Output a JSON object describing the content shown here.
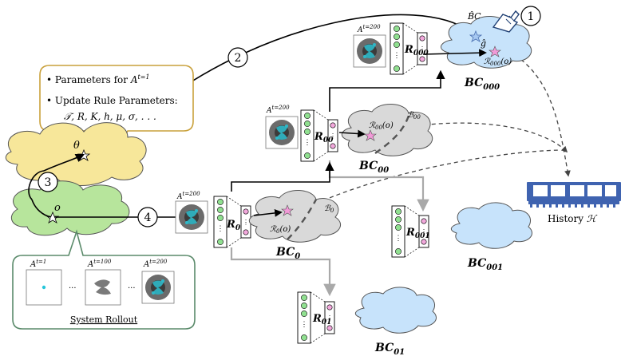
{
  "steps": {
    "s1": "1",
    "s2": "2",
    "s3": "3",
    "s4": "4"
  },
  "theta_box": {
    "bullet1_text": "Parameters for ",
    "bullet1_sym": "A",
    "bullet1_sup": "t=1",
    "bullet2": "Update Rule Parameters:",
    "params": "𝒯, R, K, h, μ, σ, . . ."
  },
  "symbols": {
    "theta": "θ",
    "o": "o",
    "g_hat": "ĝ",
    "bc_hat": "B̂C"
  },
  "rollout": {
    "title": "System Rollout",
    "frames": [
      {
        "sym": "A",
        "sup": "t=1"
      },
      {
        "sym": "A",
        "sup": "t=100"
      },
      {
        "sym": "A",
        "sup": "t=200"
      }
    ],
    "dots": "···"
  },
  "snapshot_sup": "t=200",
  "snapshot_sym": "A",
  "models": {
    "r0": {
      "main": "R",
      "sub": "0"
    },
    "r00": {
      "main": "R",
      "sub": "00"
    },
    "r000": {
      "main": "R",
      "sub": "000"
    },
    "r001": {
      "main": "R",
      "sub": "001"
    },
    "r01": {
      "main": "R",
      "sub": "01"
    }
  },
  "clouds": {
    "bc0": {
      "main": "BC",
      "sub": "0",
      "map": "ℛ",
      "map_sub": "0",
      "map_arg": "(o)",
      "region": "ℬ",
      "region_sub": "0"
    },
    "bc00": {
      "main": "BC",
      "sub": "00",
      "map": "ℛ",
      "map_sub": "00",
      "map_arg": "(o)",
      "region": "ℬ",
      "region_sub": "00"
    },
    "bc000": {
      "main": "BC",
      "sub": "000",
      "map": "ℛ",
      "map_sub": "000",
      "map_arg": "(o)"
    },
    "bc001": {
      "main": "BC",
      "sub": "001"
    },
    "bc01": {
      "main": "BC",
      "sub": "01"
    }
  },
  "history": {
    "label": "History ",
    "sym": "ℋ"
  },
  "colors": {
    "yellow_cloud": "#f7e79a",
    "green_cloud": "#b7e59c",
    "gray_cloud": "#d9d9d9",
    "blue_cloud": "#c7e3fb",
    "node_green": "#90e090",
    "node_pink": "#f2a8dc",
    "memory": "#3f63b0",
    "box_gold": "#c9a13c",
    "box_green": "#5a8a6a",
    "arrow_gray": "#a9a9a9",
    "star_pink": "#f29ad8",
    "star_blue": "#a7c9f2",
    "cyan": "#26c6da"
  }
}
